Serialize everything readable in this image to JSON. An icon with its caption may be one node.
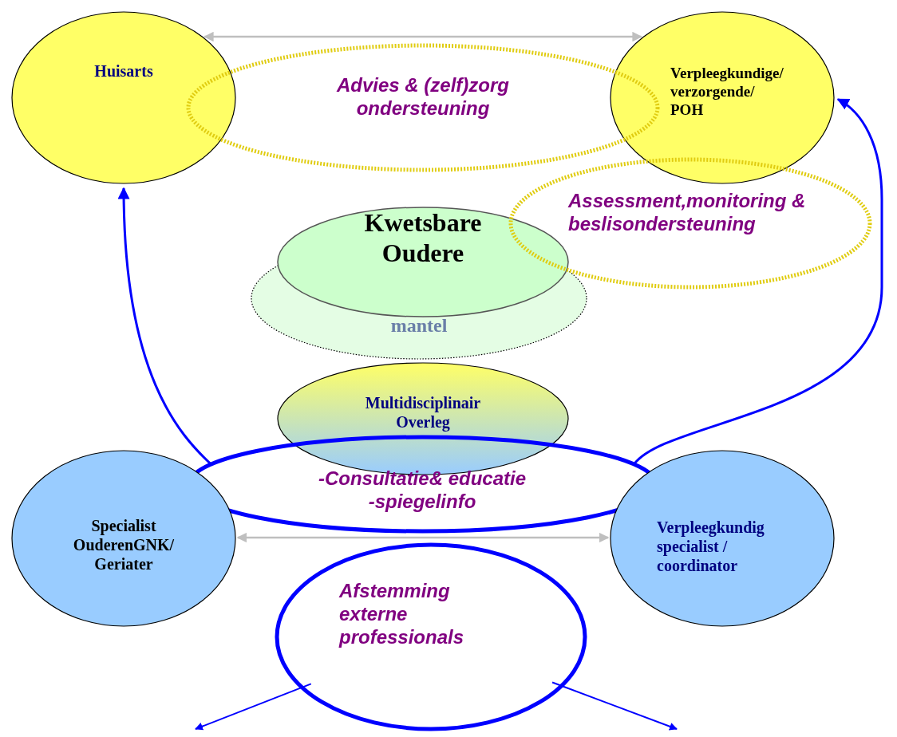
{
  "diagram": {
    "nodes": [
      {
        "text": [
          "Huisarts"
        ]
      },
      {
        "text": [
          "Verpleegkundige/ verzorgende/ POH"
        ]
      },
      {
        "text": [
          "Advies & (zelf)zorg ondersteuning"
        ]
      },
      {
        "text": [
          "mantel"
        ]
      },
      {
        "text": [
          "Kwetsbare Oudere"
        ]
      },
      {
        "text": [
          "Assessment,monitoring & beslisondersteuning"
        ]
      },
      {
        "text": [
          "Multidisciplinair Overleg"
        ]
      },
      {
        "text": [
          "-Consultatie& educatie -spiegelinfo"
        ]
      },
      {
        "text": [
          "Specialist OuderenGNK/ Geriater"
        ]
      },
      {
        "text": [
          "Verpleegkundig specialist / coordinator"
        ]
      },
      {
        "text": [
          "Afstemming externe professionals"
        ]
      }
    ],
    "edges": [
      {
        "from": 0,
        "to": 1,
        "arrow": "both",
        "color": "#bfbfbf"
      },
      {
        "from": 8,
        "to": 9,
        "arrow": "both",
        "color": "#bfbfbf"
      },
      {
        "from": 7,
        "to": 0,
        "arrow": "to"
      },
      {
        "from": 7,
        "to": 1,
        "arrow": "to"
      },
      {
        "from": 10,
        "to": null,
        "arrow": "to"
      },
      {
        "from": 10,
        "to": null,
        "arrow": "to"
      }
    ]
  }
}
